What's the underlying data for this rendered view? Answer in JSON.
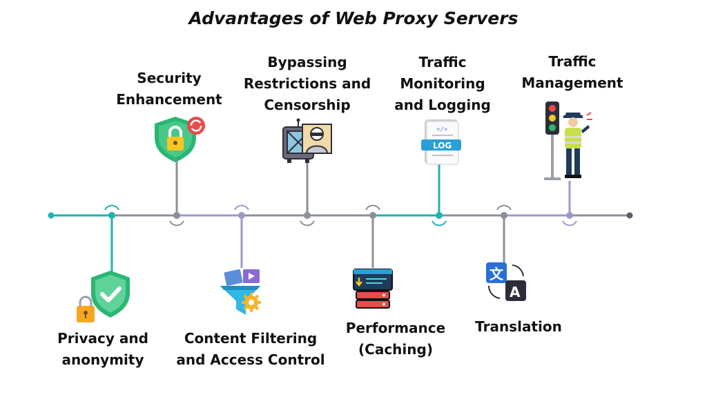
{
  "title": "Advantages of Web Proxy Servers",
  "items": [
    {
      "label": "Privacy and\nanonymity",
      "icon": "shield-check-lock-icon"
    },
    {
      "label": "Security\nEnhancement",
      "icon": "shield-lock-refresh-icon"
    },
    {
      "label": "Content Filtering\nand Access Control",
      "icon": "filter-funnel-icon"
    },
    {
      "label": "Bypassing\nRestrictions and\nCensorship",
      "icon": "blocked-screen-hacker-icon"
    },
    {
      "label": "Performance\n(Caching)",
      "icon": "server-cache-icon"
    },
    {
      "label": "Traffic\nMonitoring\nand Logging",
      "icon": "log-file-icon"
    },
    {
      "label": "Translation",
      "icon": "translate-icon"
    },
    {
      "label": "Traffic\nManagement",
      "icon": "traffic-police-icon"
    }
  ],
  "colors": {
    "teal": "#20b2b0",
    "gray": "#8a8f99",
    "lavender": "#9a9ac8",
    "green": "#2ab673",
    "dark": "#2d2d3a"
  }
}
